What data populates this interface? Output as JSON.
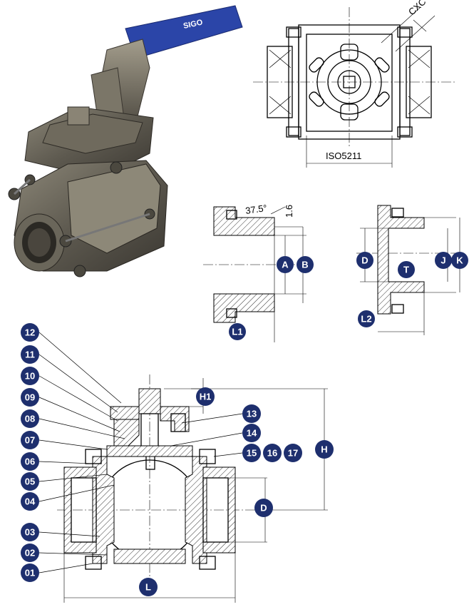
{
  "photo": {
    "handle_brand_text": "SIGO",
    "handle_color": "#2b45a8"
  },
  "top_view": {
    "cxc_label": "CXC",
    "iso_label": "ISO5211"
  },
  "end_a": {
    "angle_label": "37.5°",
    "gap_label": "1.6",
    "badges": [
      "A",
      "B",
      "L1"
    ]
  },
  "end_b": {
    "badges": [
      "D",
      "T",
      "J",
      "K",
      "L2"
    ]
  },
  "section": {
    "part_numbers_left": [
      "12",
      "11",
      "10",
      "09",
      "08",
      "07",
      "06",
      "05",
      "04",
      "03",
      "02",
      "01"
    ],
    "part_numbers_right": [
      "13",
      "14",
      "15",
      "16",
      "17"
    ],
    "dim_badges": {
      "h1": "H1",
      "h": "H",
      "d": "D",
      "l": "L"
    }
  },
  "colors": {
    "badge": "#1e2f6e"
  }
}
